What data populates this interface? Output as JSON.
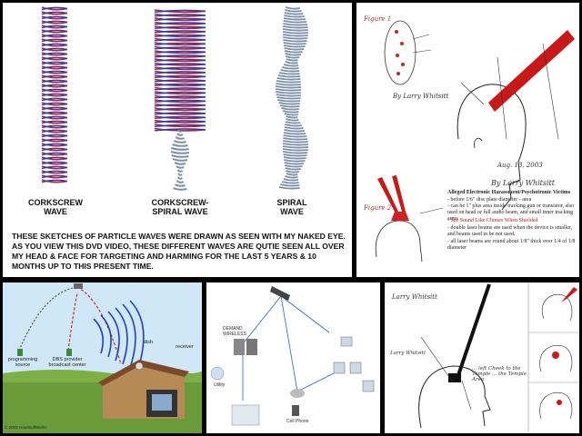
{
  "waves_panel": {
    "labels": [
      "CORKSCREW WAVE",
      "CORKSCREW-SPIRAL WAVE",
      "SPIRAL WAVE"
    ],
    "caption": "THESE SKETCHES OF PARTICLE WAVES WERE DRAWN AS SEEN WITH MY NAKED EYE.  AS YOU VIEW THIS DVD VIDEO, THESE DIFFERENT WAVES ARE QUTIE SEEN ALL OVER MY HEAD & FACE FOR TARGETING AND HARMING FOR THE LAST 5 YEARS & 10 MONTHS UP TO THIS PRESENT TIME."
  },
  "sketch1_panel": {
    "figure_label": "Figure 1",
    "signature": "By Larry Whitsitt",
    "date": "Aug. 13, 2003",
    "signature2": "By Larry Whitsitt",
    "heading": "Alleged Electronic Harassment/Psychotronic Victims",
    "notes": [
      "- before 1/6\" disc plate diameter - area",
      "- can be 1\" plus area inside tracking gun or transistor, also",
      "used on head or full audio beam, and small inner tracking arms",
      "- See Sound Like Chimes When Shielded",
      "- double laser beams are used when the device is smaller, and beams used to be not used.",
      "- all laser beams are round about 1/8\" thick over 1/4 of 1/8 diameter"
    ],
    "figure_label2": "Figure 2"
  },
  "broadcast_panel": {
    "labels": [
      "programming source",
      "DBS provider broadcast center",
      "dish",
      "receiver"
    ],
    "copyright": "© 2002 HowStuffWorks"
  },
  "network_panel": {
    "labels": [
      "DEMAND WIRELESS",
      "Utility",
      "Cell Phone"
    ]
  },
  "sketch2_panel": {
    "signature": "Larry Whitsitt",
    "notes": [
      "Larry Whitsitt",
      "... left Cheek to the Temple ... the Temple Area"
    ]
  },
  "colors": {
    "red_wave": "#c0202a",
    "blue_wave": "#2a3fb0",
    "grey_wave": "#7a8ea8",
    "beam_red": "#c81818",
    "black": "#111111"
  }
}
